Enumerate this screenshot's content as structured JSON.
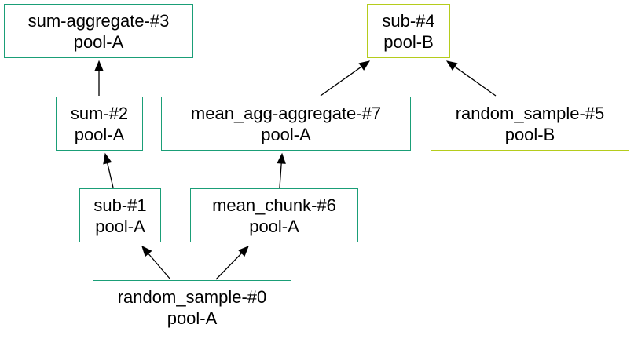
{
  "colors": {
    "pool_a_border": "#1a9e77",
    "pool_b_border": "#b5cc1c",
    "edge": "#000000"
  },
  "nodes": {
    "n0": {
      "name": "random_sample-#0",
      "pool": "pool-A"
    },
    "n1": {
      "name": "sub-#1",
      "pool": "pool-A"
    },
    "n2": {
      "name": "sum-#2",
      "pool": "pool-A"
    },
    "n3": {
      "name": "sum-aggregate-#3",
      "pool": "pool-A"
    },
    "n4": {
      "name": "sub-#4",
      "pool": "pool-B"
    },
    "n5": {
      "name": "random_sample-#5",
      "pool": "pool-B"
    },
    "n6": {
      "name": "mean_chunk-#6",
      "pool": "pool-A"
    },
    "n7": {
      "name": "mean_agg-aggregate-#7",
      "pool": "pool-A"
    }
  },
  "edges": [
    {
      "from": "n0",
      "to": "n1"
    },
    {
      "from": "n0",
      "to": "n6"
    },
    {
      "from": "n1",
      "to": "n2"
    },
    {
      "from": "n2",
      "to": "n3"
    },
    {
      "from": "n6",
      "to": "n7"
    },
    {
      "from": "n7",
      "to": "n4"
    },
    {
      "from": "n5",
      "to": "n4"
    }
  ]
}
